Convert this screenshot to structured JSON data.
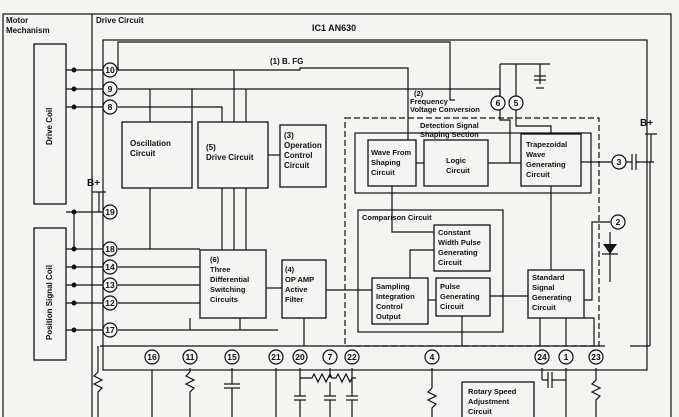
{
  "labels": {
    "motor_mechanism": [
      "Motor",
      "Mechanism"
    ],
    "drive_circuit_header": "Drive Circuit",
    "ic_title": "IC1 AN630",
    "signal_b_fg": "(1) B. FG",
    "freq_conv": [
      "(2)",
      "Frequency",
      "Voltage Conversion"
    ],
    "detection_section": [
      "Detection Signal",
      "Shaping Section"
    ],
    "b_plus": "B+",
    "b_plus_2": "B+",
    "drive_coil": "Drive Coil",
    "position_signal_coil": "Position Signal Coil",
    "comparison_circuit": "Comparison Circuit"
  },
  "blocks": {
    "oscillation": [
      "Oscillation",
      "Circuit"
    ],
    "drive": [
      "(5)",
      "Drive Circuit"
    ],
    "operation_control": [
      "(3)",
      "Operation",
      "Control",
      "Circuit"
    ],
    "wave_shaping": [
      "Wave From",
      "Shaping",
      "Circuit"
    ],
    "logic": [
      "Logic",
      "Circuit"
    ],
    "trapezoidal": [
      "Trapezoidal",
      "Wave",
      "Generating",
      "Circuit"
    ],
    "constant_width": [
      "Constant",
      "Width Pulse",
      "Generating",
      "Circuit"
    ],
    "sampling": [
      "Sampling",
      "Integration",
      "Control",
      "Output"
    ],
    "pulse_gen": [
      "Pulse",
      "Generating",
      "Circuit"
    ],
    "standard_signal": [
      "Standard",
      "Signal",
      "Generating",
      "Circuit"
    ],
    "three_diff": [
      "(6)",
      "Three",
      "Differential",
      "Switching",
      "Circuits"
    ],
    "op_amp": [
      "(4)",
      "OP AMP",
      "Active",
      "Filter"
    ],
    "rotary_speed": [
      "Rotary Speed",
      "Adjustment",
      "Circuit"
    ]
  },
  "pins": {
    "p10": "10",
    "p9": "9",
    "p8": "8",
    "p19": "19",
    "p18": "18",
    "p14": "14",
    "p13": "13",
    "p12": "12",
    "p17": "17",
    "p16": "16",
    "p11": "11",
    "p15": "15",
    "p21": "21",
    "p20": "20",
    "p7": "7",
    "p22": "22",
    "p4": "4",
    "p24": "24",
    "p1": "1",
    "p23": "23",
    "p6": "6",
    "p5": "5",
    "p3": "3",
    "p2": "2"
  }
}
